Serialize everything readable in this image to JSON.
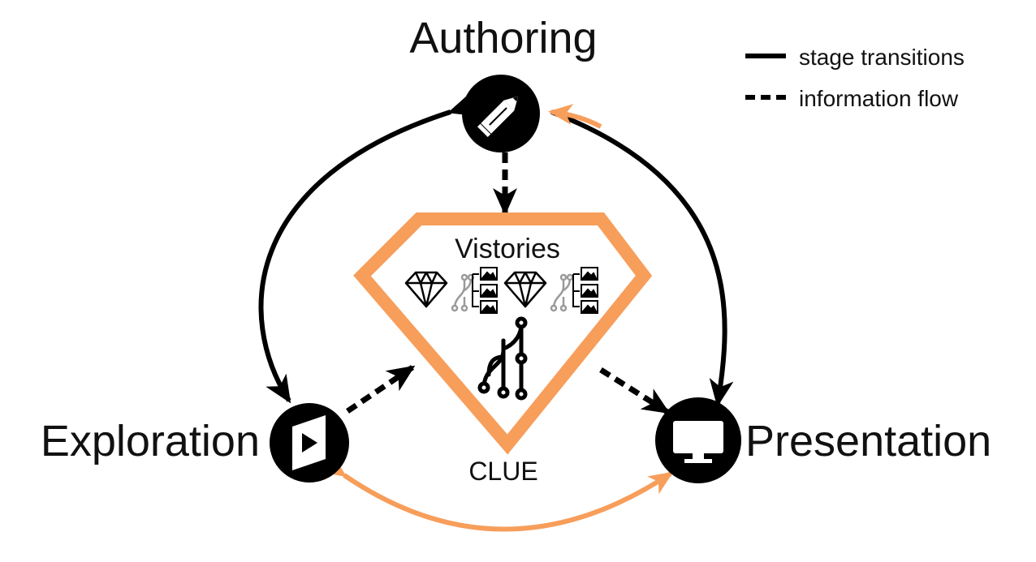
{
  "stages": {
    "authoring": {
      "label": "Authoring",
      "icon": "pencil-icon"
    },
    "exploration": {
      "label": "Exploration",
      "icon": "play-icon"
    },
    "presentation": {
      "label": "Presentation",
      "icon": "monitor-icon"
    }
  },
  "center": {
    "title": "Vistories",
    "caption": "CLUE",
    "icons": [
      "diamond-icon",
      "branch-icon",
      "image-stack-icon",
      "diamond-icon",
      "branch-icon",
      "image-stack-icon",
      "provenance-graph-icon"
    ]
  },
  "legend": {
    "solid_label": "stage transitions",
    "dashed_label": "information flow"
  },
  "colors": {
    "accent": "#F79E5B",
    "ink": "#000000",
    "muted": "#9A9A9A"
  }
}
